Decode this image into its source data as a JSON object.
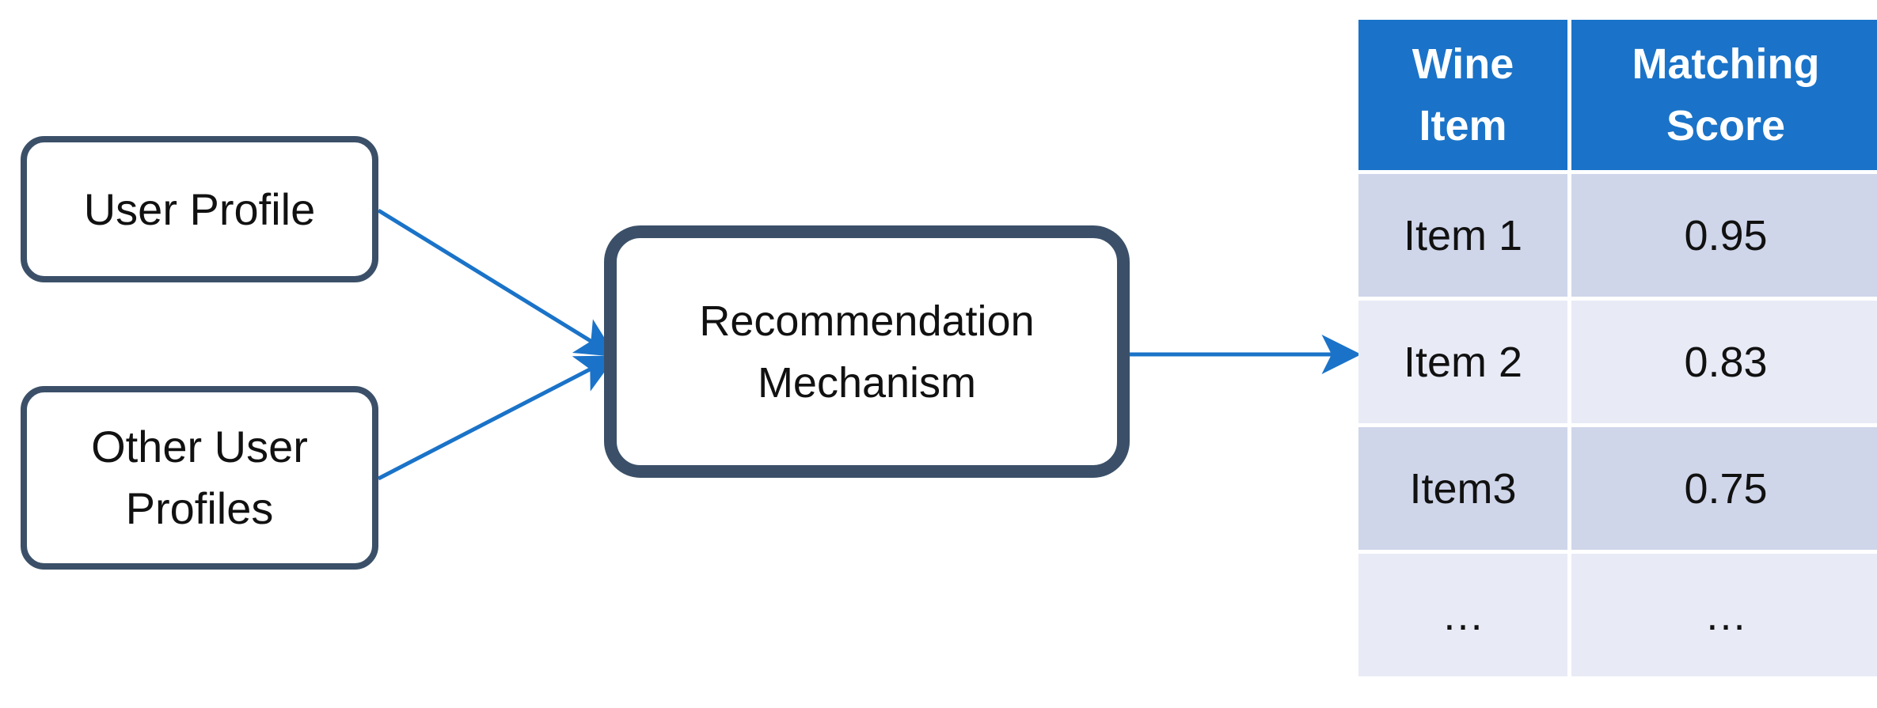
{
  "diagram": {
    "nodes": {
      "user_profile": "User Profile",
      "other_user_profiles": "Other User\nProfiles",
      "recommendation_mechanism": "Recommendation\nMechanism"
    },
    "edges": [
      {
        "from": "user_profile",
        "to": "recommendation_mechanism"
      },
      {
        "from": "other_user_profiles",
        "to": "recommendation_mechanism"
      },
      {
        "from": "recommendation_mechanism",
        "to": "results_table"
      }
    ],
    "colors": {
      "node_border": "#3b5068",
      "arrow": "#1a73c8",
      "table_header": "#1a73c8",
      "row_dark": "#cfd6ea",
      "row_light": "#e8ebf6"
    }
  },
  "table": {
    "headers": [
      "Wine\nItem",
      "Matching\nScore"
    ],
    "rows": [
      [
        "Item 1",
        "0.95"
      ],
      [
        "Item 2",
        "0.83"
      ],
      [
        "Item3",
        "0.75"
      ],
      [
        "…",
        "…"
      ]
    ]
  }
}
